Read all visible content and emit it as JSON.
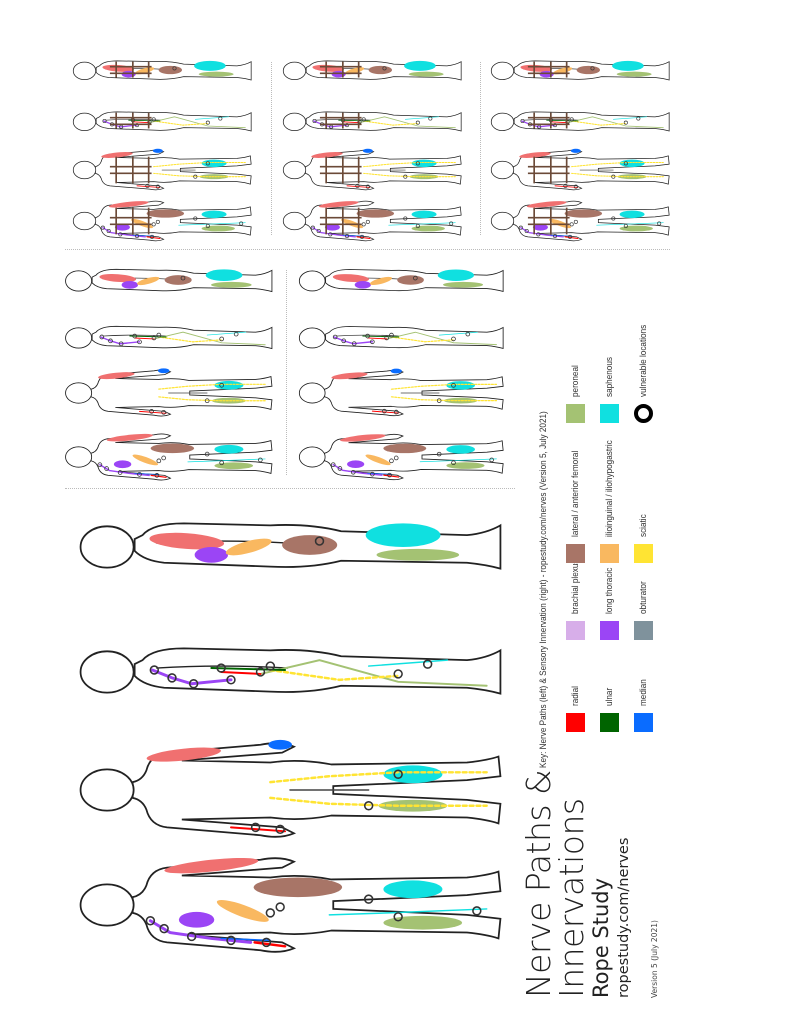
{
  "title": {
    "line1": "Nerve Paths &",
    "line2": "Innervations",
    "subtitle": "Rope Study",
    "url": "ropestudy.com/nerves",
    "version": "Version 5 (July 2021)"
  },
  "key": {
    "header": "Key: Nerve Paths (left) & Sensory Innervation (right) - ropestudy.com/nerves (Version 5, July 2021)",
    "items": [
      {
        "label": "radial",
        "color": "#ff0000"
      },
      {
        "label": "brachial plexus",
        "color": "#d7aee9"
      },
      {
        "label": "lateral / anterior femoral",
        "color": "#a87567"
      },
      {
        "label": "peroneal",
        "color": "#a4c273"
      },
      {
        "label": "ulnar",
        "color": "#006400"
      },
      {
        "label": "long thoracic",
        "color": "#9b45f5"
      },
      {
        "label": "ilioinguinal / iliohypogastric",
        "color": "#f9b860"
      },
      {
        "label": "saphenous",
        "color": "#10e0e0"
      },
      {
        "label": "median",
        "color": "#0a6cff"
      },
      {
        "label": "obturator",
        "color": "#7f929c"
      },
      {
        "label": "sciatic",
        "color": "#ffe433"
      },
      {
        "label": "vulnerable locations",
        "icon": "ring-icon"
      }
    ]
  },
  "colors": {
    "rope": "#6b4a38",
    "outline": "#222222",
    "shoulder": "#f07070"
  }
}
